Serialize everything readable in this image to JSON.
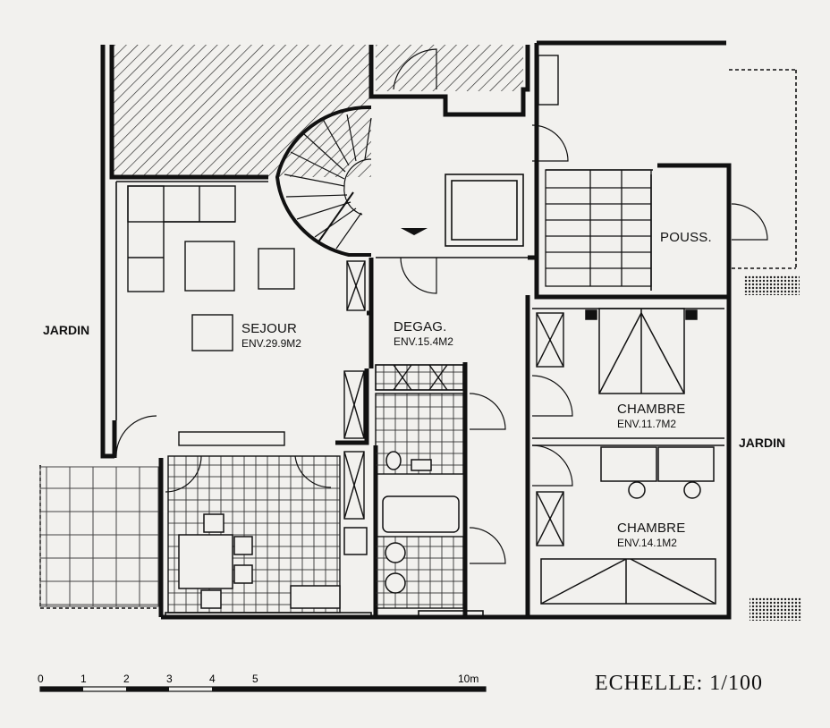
{
  "rooms": {
    "sejour": {
      "name": "SEJOUR",
      "area": "ENV.29.9M2"
    },
    "degag": {
      "name": "DEGAG.",
      "area": "ENV.15.4M2"
    },
    "chambre1": {
      "name": "CHAMBRE",
      "area": "ENV.11.7M2"
    },
    "chambre2": {
      "name": "CHAMBRE",
      "area": "ENV.14.1M2"
    },
    "pouss": {
      "name": "POUSS."
    }
  },
  "garden_labels": {
    "left": "JARDIN",
    "right": "JARDIN"
  },
  "scale": {
    "text": "ECHELLE:  1/100",
    "ticks": [
      "0",
      "1",
      "2",
      "3",
      "4",
      "5",
      "10m"
    ]
  }
}
